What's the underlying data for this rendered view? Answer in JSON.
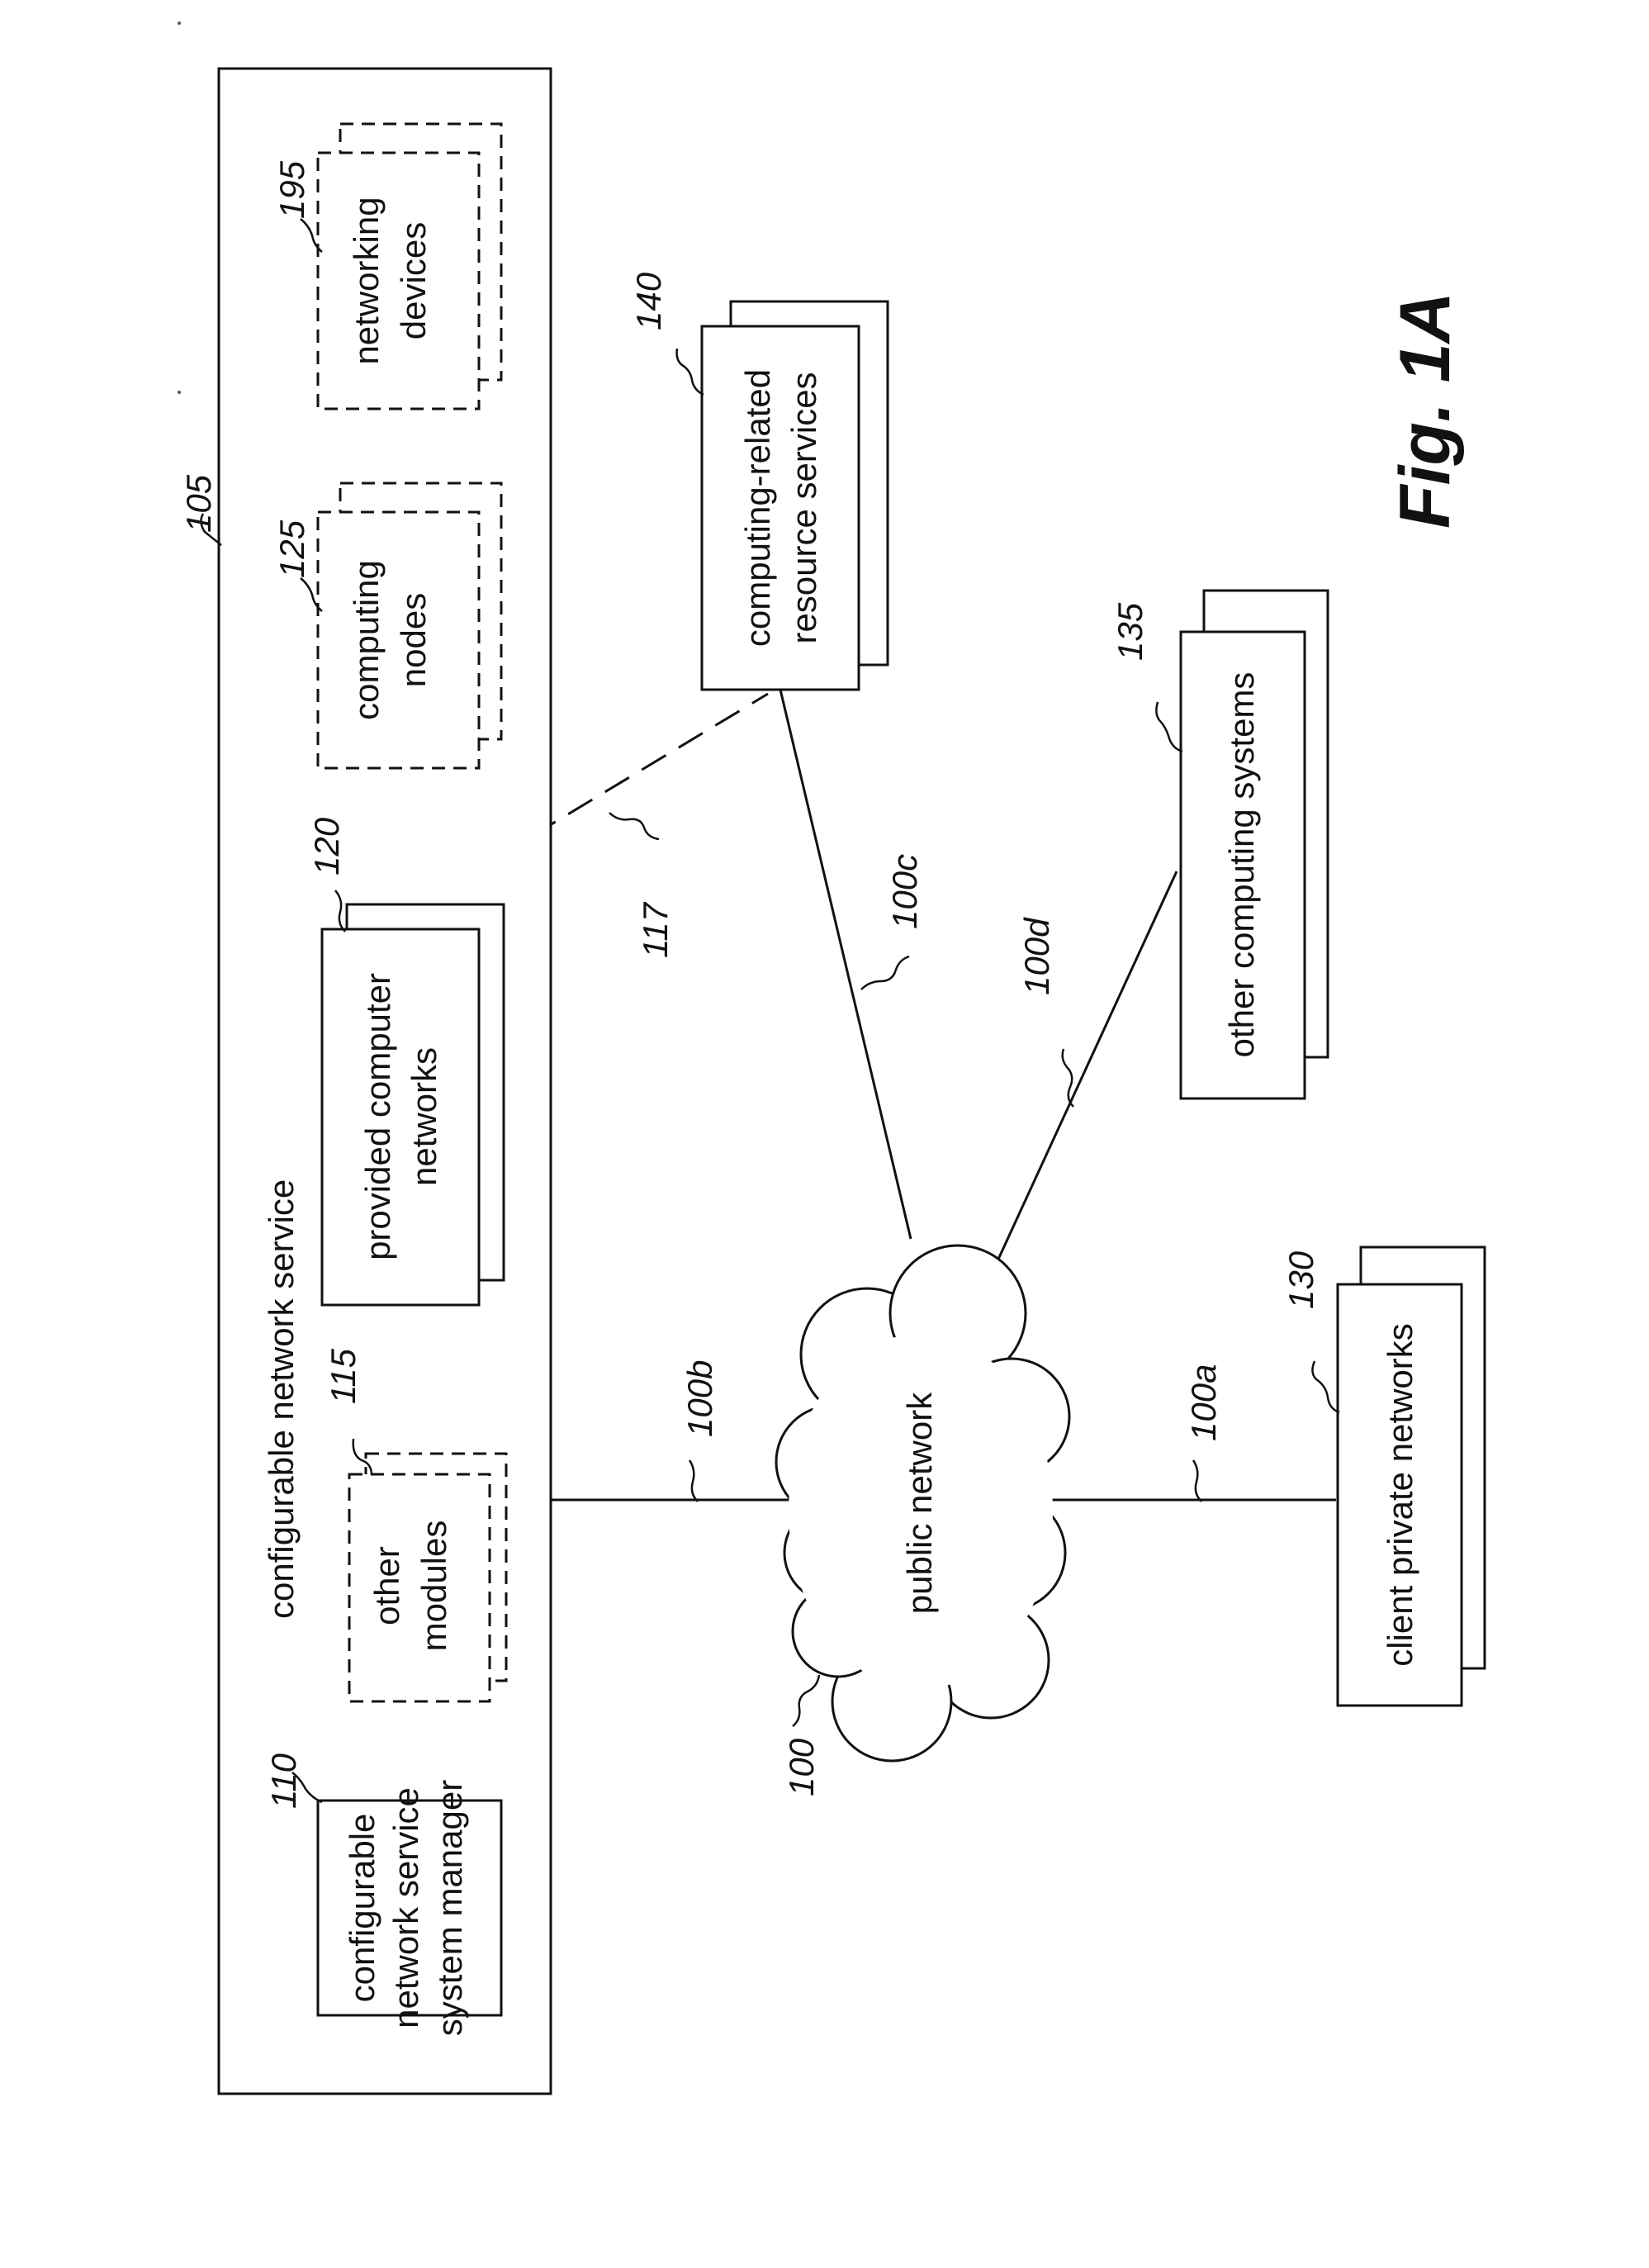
{
  "figure_label": "Fig. 1A",
  "service": {
    "title": "configurable network service",
    "ref": "105"
  },
  "modules": {
    "manager": {
      "lines": [
        "configurable",
        "network service",
        "system manager"
      ],
      "ref": "110"
    },
    "other_modules": {
      "lines": [
        "other",
        "modules"
      ],
      "ref": "115"
    },
    "provided_networks": {
      "lines": [
        "provided computer",
        "networks"
      ],
      "ref": "120"
    },
    "computing_nodes": {
      "lines": [
        "computing",
        "nodes"
      ],
      "ref": "125"
    },
    "networking_devices": {
      "lines": [
        "networking",
        "devices"
      ],
      "ref": "195"
    }
  },
  "external": {
    "resource_services": {
      "lines": [
        "computing-related",
        "resource services"
      ],
      "ref": "140"
    },
    "other_systems": {
      "label": "other computing systems",
      "ref": "135"
    },
    "client_networks": {
      "label": "client private networks",
      "ref": "130"
    }
  },
  "public_network": {
    "label": "public network",
    "ref": "100"
  },
  "links": {
    "a": "100a",
    "b": "100b",
    "c": "100c",
    "d": "100d",
    "dashed": "117"
  }
}
